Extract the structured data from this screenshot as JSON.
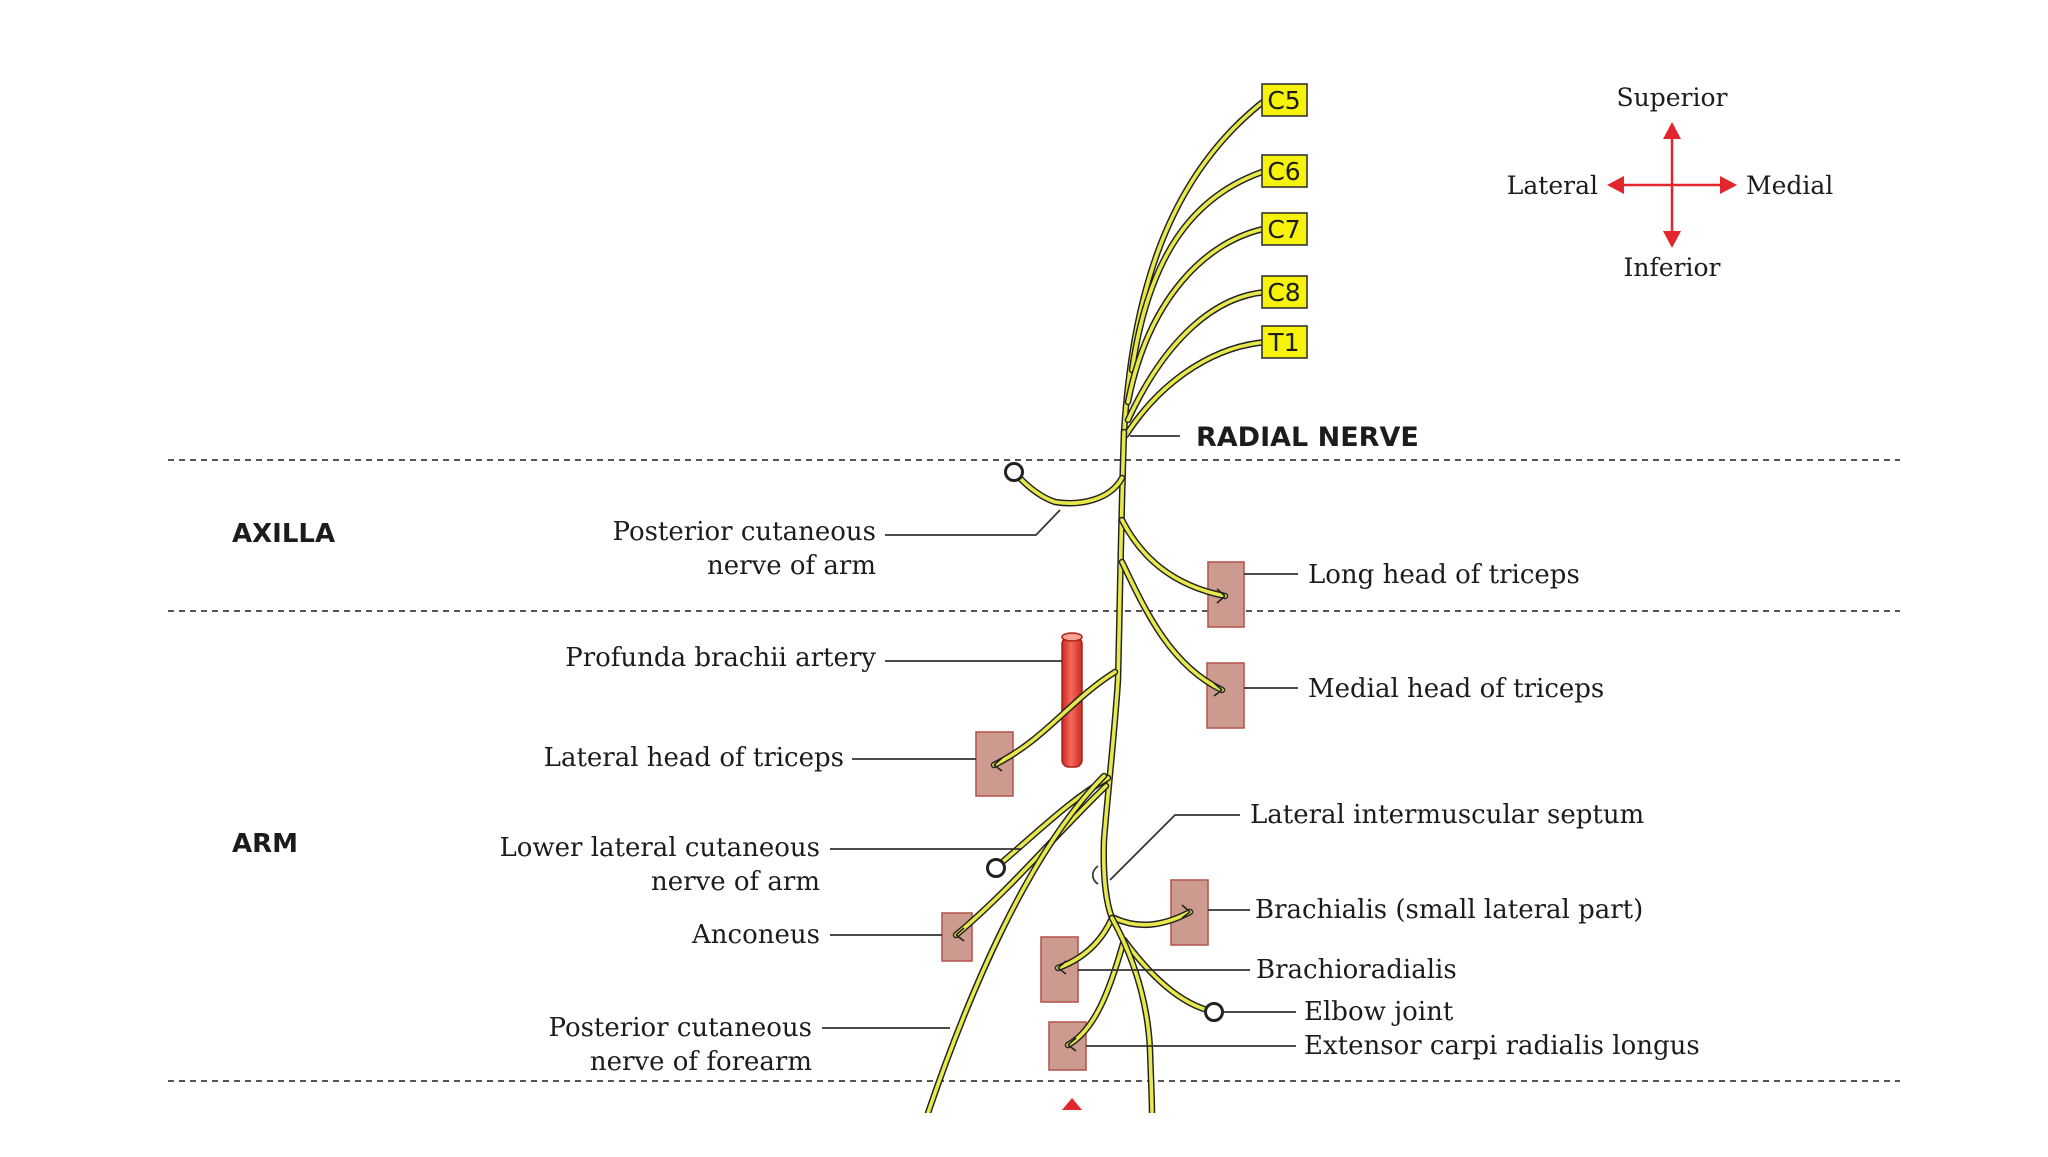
{
  "diagram": {
    "title": "RADIAL NERVE",
    "regions": {
      "axilla": "AXILLA",
      "arm": "ARM"
    },
    "roots": [
      "C5",
      "C6",
      "C7",
      "C8",
      "T1"
    ],
    "compass": {
      "superior": "Superior",
      "inferior": "Inferior",
      "lateral": "Lateral",
      "medial": "Medial",
      "color": "#e3262d"
    },
    "labels": {
      "post_cut_arm_1": "Posterior cutaneous",
      "post_cut_arm_2": "nerve of arm",
      "long_head": "Long head of triceps",
      "medial_head": "Medial head of triceps",
      "profunda": "Profunda brachii artery",
      "lateral_head": "Lateral head of triceps",
      "lower_lat_1": "Lower lateral cutaneous",
      "lower_lat_2": "nerve of arm",
      "anconeus": "Anconeus",
      "post_cut_forearm_1": "Posterior cutaneous",
      "post_cut_forearm_2": "nerve of forearm",
      "lat_septum": "Lateral intermuscular septum",
      "brachialis": "Brachialis (small lateral part)",
      "brachioradialis": "Brachioradialis",
      "elbow": "Elbow joint",
      "ecrl": "Extensor carpi radialis longus"
    },
    "colors": {
      "nerve": "#e7e84a",
      "root_box": "#f6f20a",
      "muscle": "#cd9a90",
      "artery": "#f04a3c"
    }
  }
}
